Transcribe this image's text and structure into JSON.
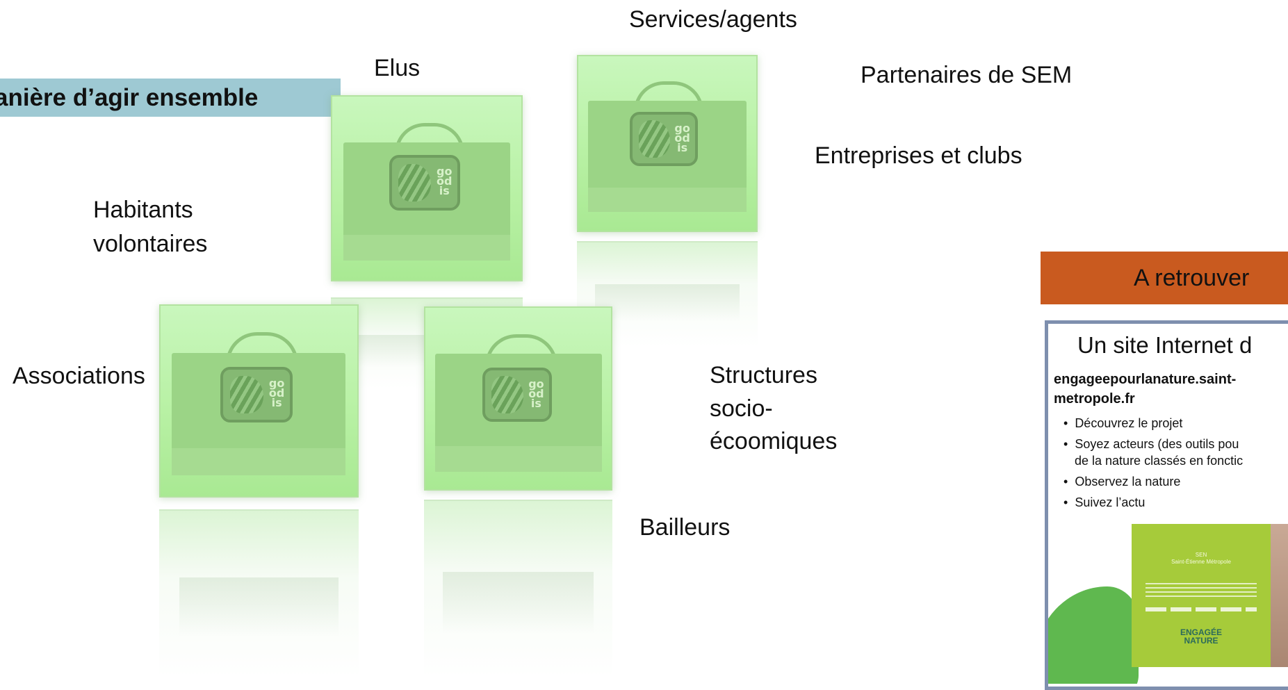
{
  "banner": {
    "text": "anière d’agir ensemble"
  },
  "labels": {
    "services_agents": "Services/agents",
    "elus": "Elus",
    "partenaires": "Partenaires de SEM",
    "entreprises": "Entreprises et clubs",
    "habitants_line1": "Habitants",
    "habitants_line2": "volontaires",
    "associations": "Associations",
    "structures_line1": "Structures",
    "structures_line2": "socio-",
    "structures_line3": "écoomiques",
    "bailleurs": "Bailleurs"
  },
  "bag_logo_text": "go\nod\nis",
  "aside": {
    "orange_label": "A retrouver",
    "site_title": "Un site Internet d",
    "url_line1": "engageepourlanature.saint-",
    "url_line2": "metropole.fr",
    "bullets": [
      "Découvrez le projet",
      "Soyez acteurs (des outils pou",
      "Observez la nature",
      "Suivez l’actu"
    ],
    "bullet2_cont": "de la nature classés en fonctic",
    "screenshot": {
      "logo_text": "Saint-Étienne Métropole",
      "sen_text": "SEN",
      "nature_logo_line1": "ENGAGÉE",
      "nature_logo_line2": "NATURE"
    }
  },
  "colors": {
    "banner_bg": "#9ec9d3",
    "card_green": "#b8f1a4",
    "orange_box": "#c95a1f",
    "site_border": "#7e8fae"
  }
}
